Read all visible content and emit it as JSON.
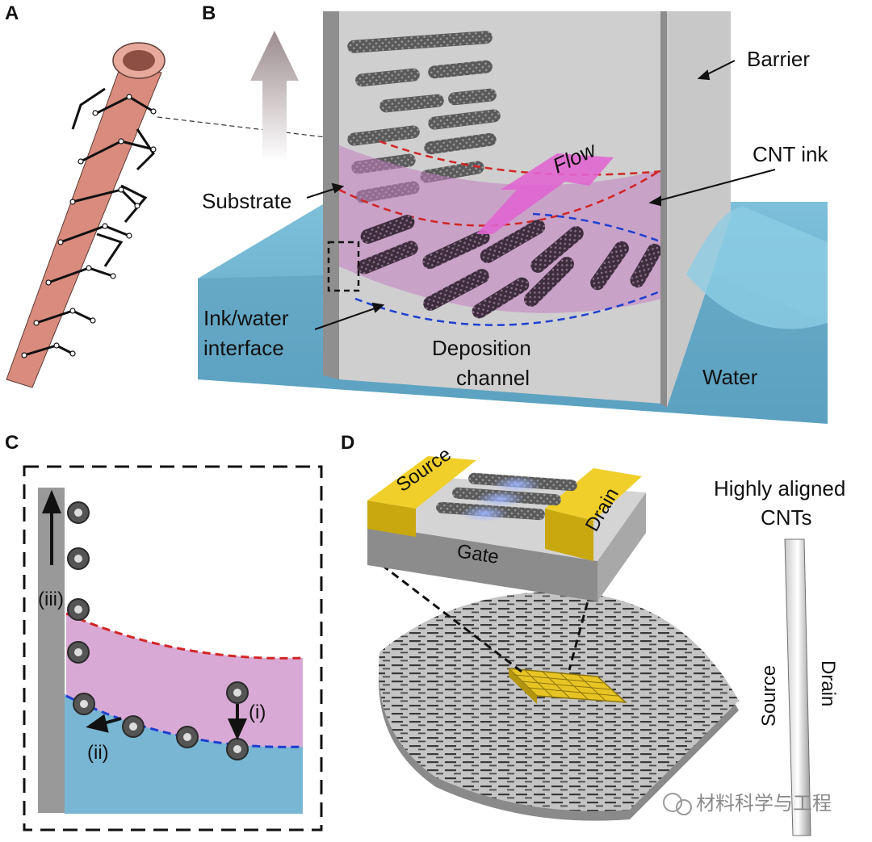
{
  "panels": {
    "a": "A",
    "b": "B",
    "c": "C",
    "d": "D"
  },
  "panel_b": {
    "barrier": "Barrier",
    "cnt_ink": "CNT ink",
    "substrate": "Substrate",
    "flow": "Flow",
    "interface_line1": "Ink/water",
    "interface_line2": "interface",
    "channel_line1": "Deposition",
    "channel_line2": "channel",
    "water": "Water"
  },
  "panel_c": {
    "step_i": "(i)",
    "step_ii": "(ii)",
    "step_iii": "(iii)"
  },
  "panel_d": {
    "source": "Source",
    "drain": "Drain",
    "gate": "Gate",
    "title_line1": "Highly aligned",
    "title_line2": "CNTs",
    "source_vertical": "Source",
    "drain_vertical": "Drain"
  },
  "watermark": "材料科学与工程",
  "colors": {
    "water": "#6fb3cf",
    "ink": "#c99bc7",
    "ink_boundary": "#d12626",
    "water_boundary": "#1f3fd0",
    "substrate": "#bdbdbd",
    "electrode": "#e7c423",
    "flow_arrow": "#e066d0",
    "nanotube": "#d98b7d"
  }
}
